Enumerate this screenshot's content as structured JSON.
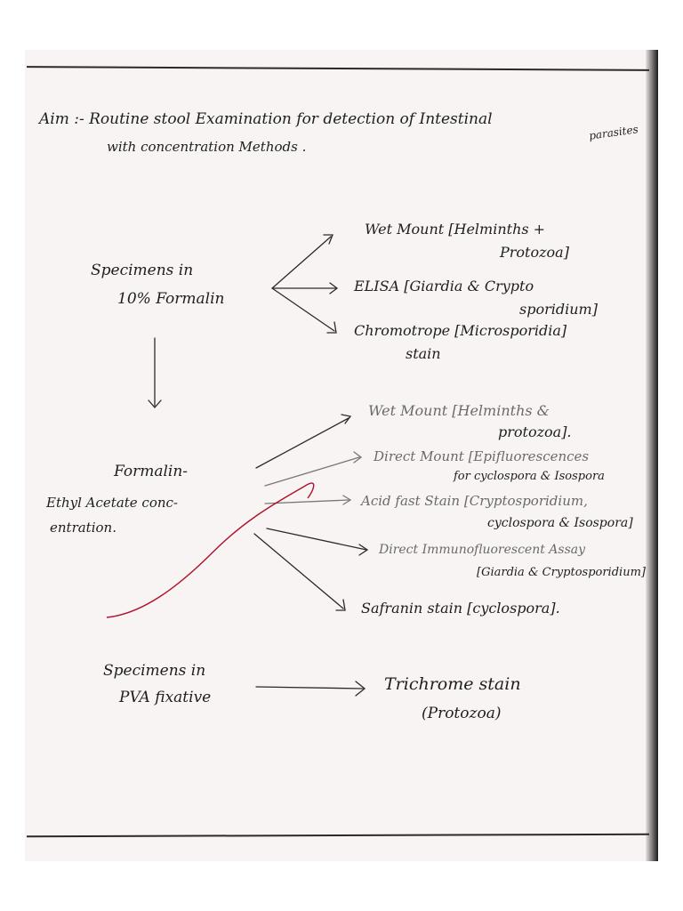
{
  "aim": {
    "line1": "Aim :- Routine stool Examination for detection of Intestinal",
    "line1_end": "parasites",
    "line2": "with concentration Methods ."
  },
  "sections": [
    {
      "source": [
        "Specimens in",
        "10% Formalin"
      ],
      "targets": [
        [
          "Wet Mount [Helminths +",
          "Protozoa]"
        ],
        [
          "ELISA [Giardia & Crypto",
          "sporidium]"
        ],
        [
          "Chromotrope [Microsporidia]",
          "stain"
        ]
      ]
    },
    {
      "source": [
        "Formalin-",
        "Ethyl Acetate conc-",
        "entration."
      ],
      "targets": [
        [
          "Wet Mount [Helminths &",
          "protozoa]."
        ],
        [
          "Direct Mount [Epifluorescences",
          "for cyclospora & Isospora"
        ],
        [
          "Acid fast Stain [Cryptosporidium,",
          "cyclospora & Isospora]"
        ],
        [
          "Direct Immunofluorescent Assay",
          "[Giardia & Cryptosporidium]"
        ],
        [
          "Safranin stain [cyclospora]."
        ]
      ]
    },
    {
      "source": [
        "Specimens in",
        "PVA fixative"
      ],
      "targets": [
        [
          "Trichrome stain",
          "(Protozoa)"
        ]
      ]
    }
  ],
  "colors": {
    "ink": "#1e1e1e",
    "faint_ink": "#6a6a6a",
    "red_pen": "#b0102a"
  }
}
